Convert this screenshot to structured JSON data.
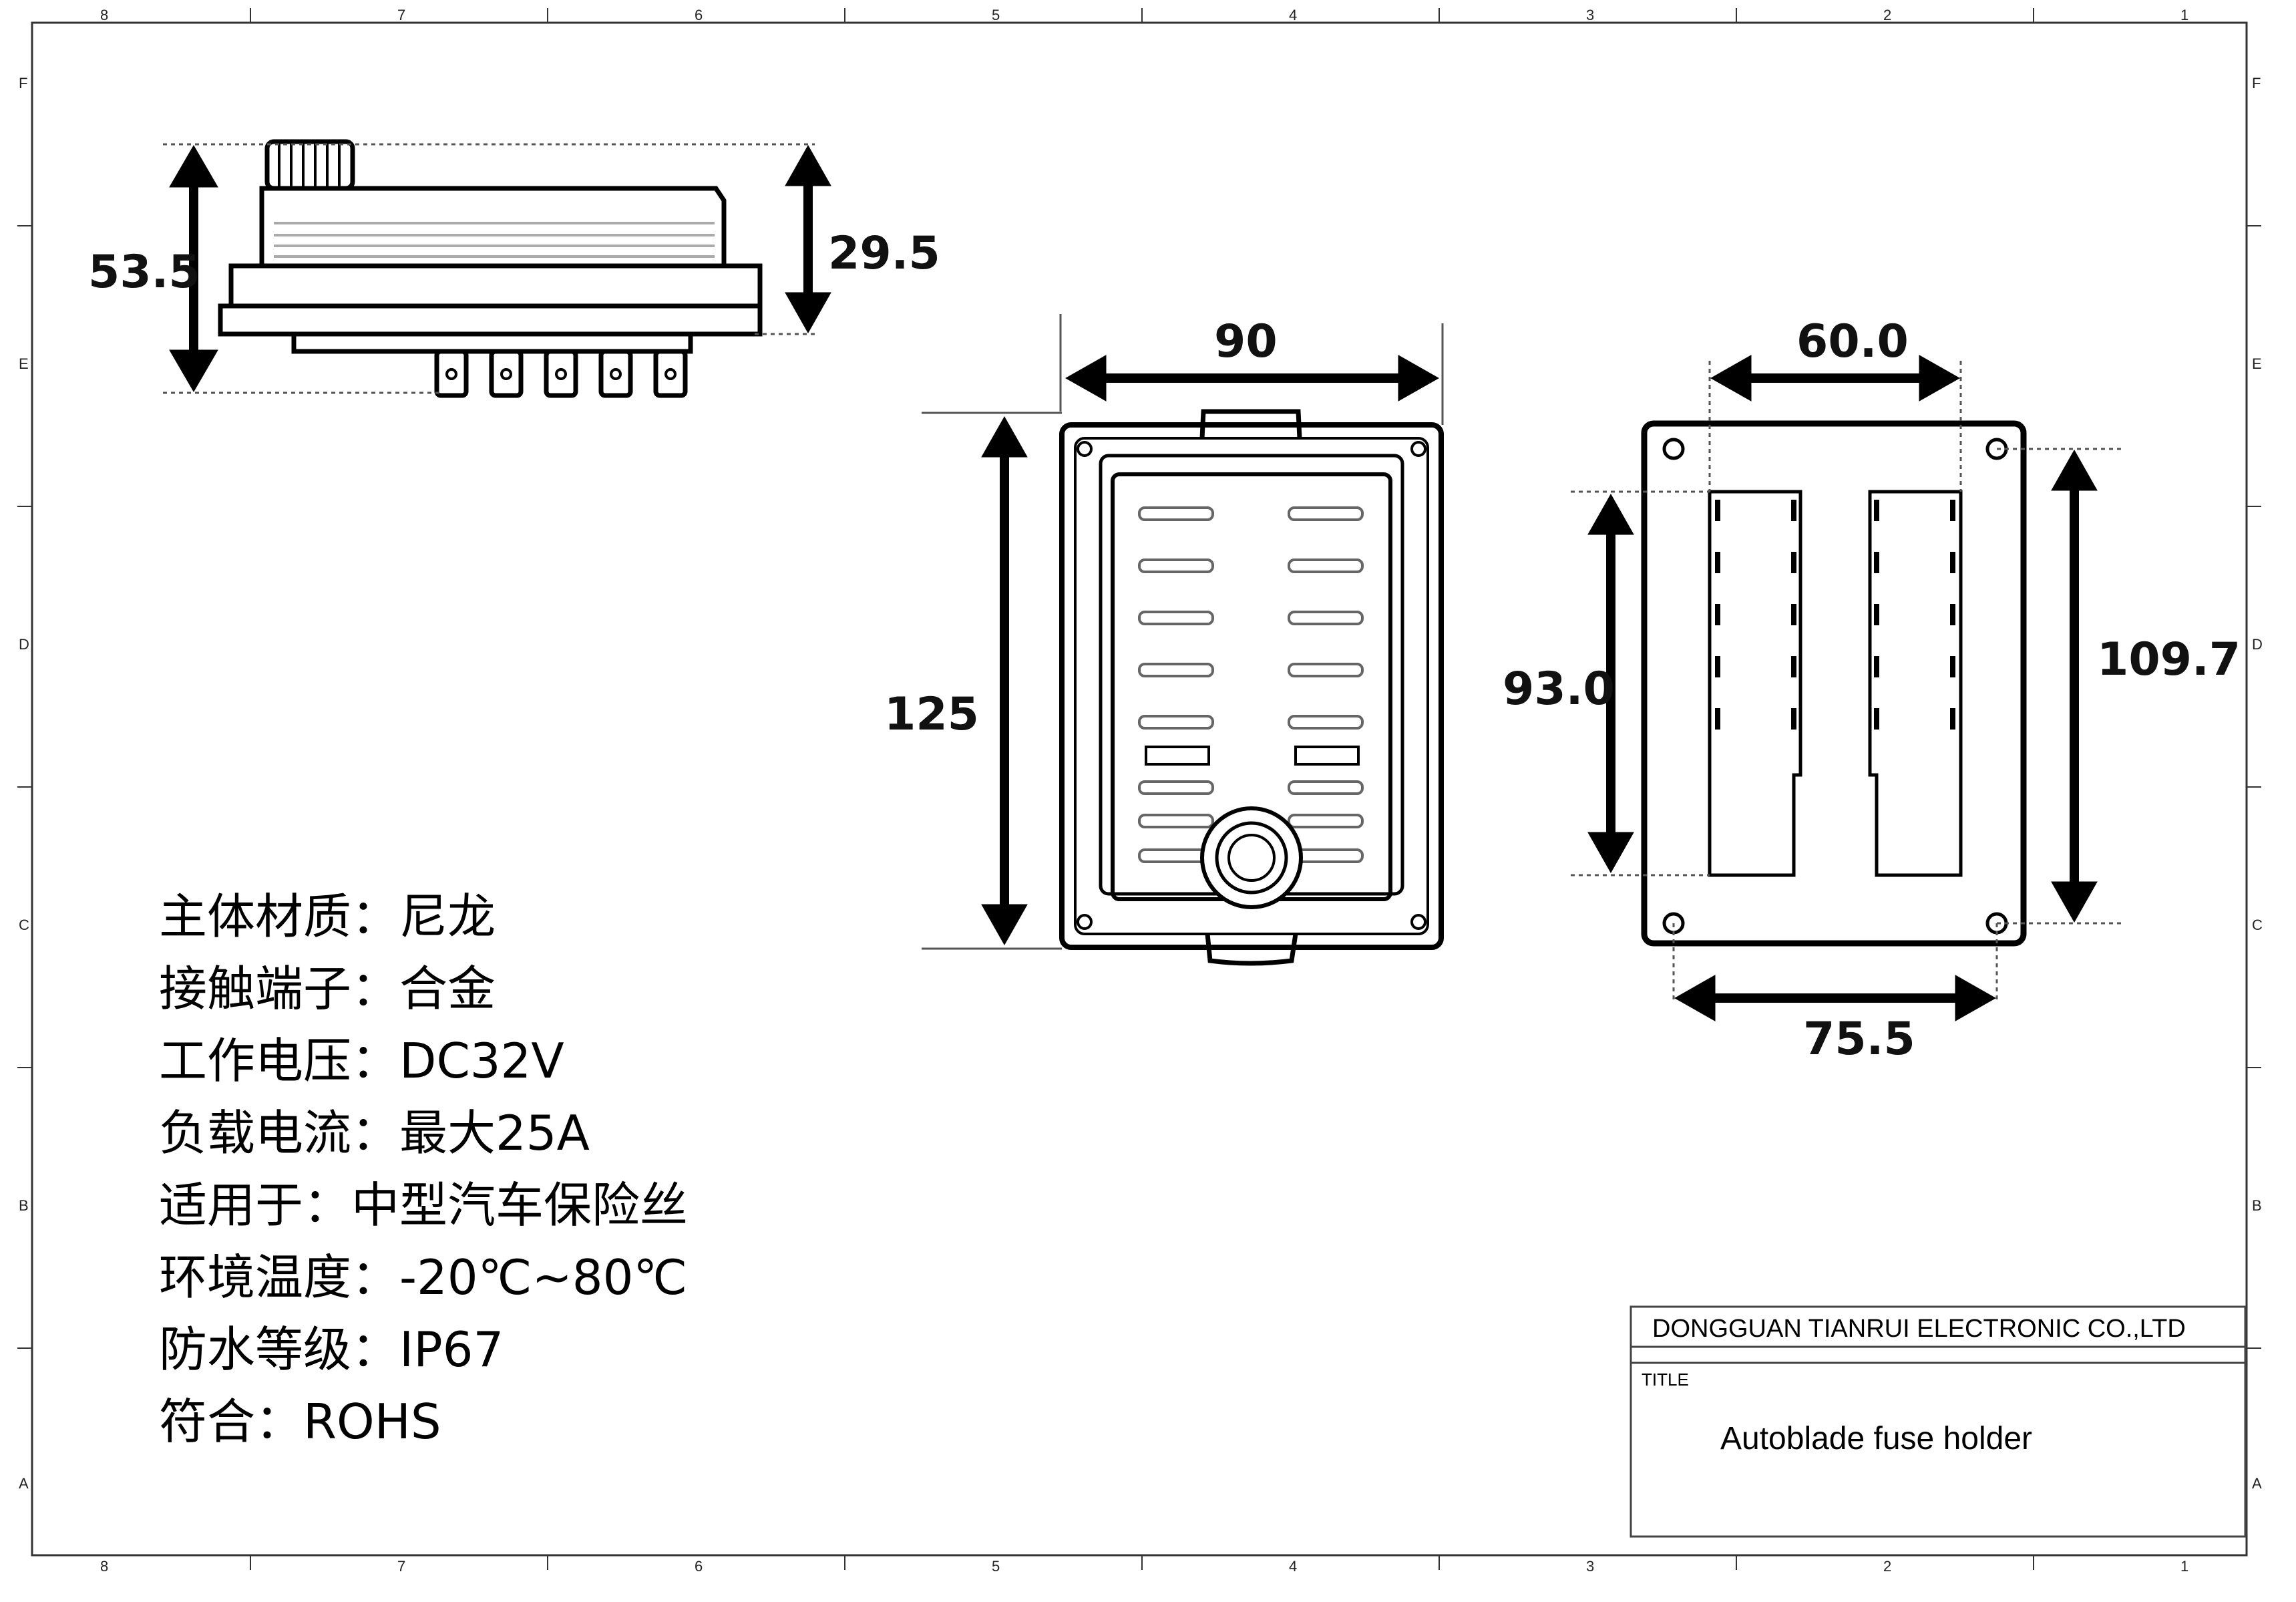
{
  "ruler": {
    "columns": [
      "8",
      "7",
      "6",
      "5",
      "4",
      "3",
      "2",
      "1"
    ],
    "rows": [
      "F",
      "E",
      "D",
      "C",
      "B",
      "A"
    ]
  },
  "dimensions": {
    "side_height_total": "53.5",
    "side_height_body": "29.5",
    "top_width": "90",
    "top_height": "125",
    "bottom_inner_width": "60.0",
    "bottom_inner_height": "93.0",
    "bottom_hole_height": "109.7",
    "bottom_hole_width": "75.5"
  },
  "specs": [
    "主体材质：尼龙",
    "接触端子：合金",
    "工作电压：DC32V",
    "负载电流：最大25A",
    "适用于：中型汽车保险丝",
    "环境温度：-20℃~80℃",
    "防水等级：IP67",
    "符合：ROHS"
  ],
  "title_block": {
    "company": "DONGGUAN TIANRUI ELECTRONIC CO.,LTD",
    "title_label": "TITLE",
    "title_value": "Autoblade fuse holder"
  }
}
